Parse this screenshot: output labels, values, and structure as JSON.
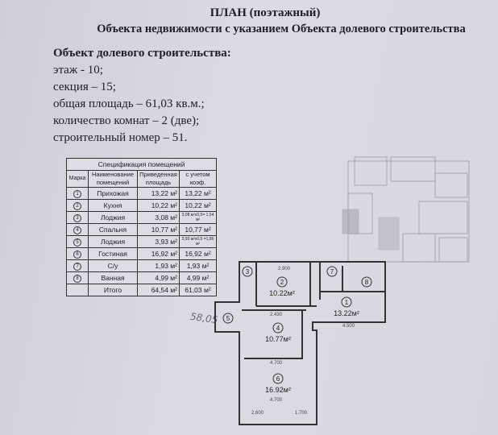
{
  "header": {
    "title": "ПЛАН (поэтажный)",
    "subtitle": "Объекта недвижимости с указанием Объекта долевого строительства"
  },
  "object": {
    "heading": "Объект долевого строительства:",
    "lines": [
      "этаж - 10;",
      "секция – 15;",
      "общая площадь – 61,03 кв.м.;",
      "количество комнат – 2 (две);",
      "строительный номер – 51."
    ]
  },
  "table": {
    "title": "Спецификация помещений",
    "headers": [
      "Марка",
      "Наименование помещений",
      "Приведенная площадь",
      "с учетом коэф."
    ],
    "rows": [
      {
        "mark": "1",
        "name": "Прихожая",
        "area": "13,22 м²",
        "coef": "13,22 м²"
      },
      {
        "mark": "2",
        "name": "Кухня",
        "area": "10,22 м²",
        "coef": "10,22 м²"
      },
      {
        "mark": "3",
        "name": "Лоджия",
        "area": "3,08 м²",
        "coef": "3,08 м²х0,5= 1,54 м²"
      },
      {
        "mark": "4",
        "name": "Спальня",
        "area": "10,77 м²",
        "coef": "10,77 м²"
      },
      {
        "mark": "5",
        "name": "Лоджия",
        "area": "3,93 м²",
        "coef": "3,93 м²х0,5 =1,96 м²"
      },
      {
        "mark": "6",
        "name": "Гостиная",
        "area": "16,92 м²",
        "coef": "16,92 м²"
      },
      {
        "mark": "7",
        "name": "С/у",
        "area": "1,93 м²",
        "coef": "1,93 м²"
      },
      {
        "mark": "8",
        "name": "Ванная",
        "area": "4,99 м²",
        "coef": "4,99 м²"
      }
    ],
    "total": {
      "label": "Итого",
      "area": "64,54 м²",
      "coef": "61,03 м²"
    }
  },
  "handwritten": "58,05",
  "plan": {
    "rooms": [
      {
        "mark": "1",
        "area": "13.22м²"
      },
      {
        "mark": "2",
        "area": "10.22м²"
      },
      {
        "mark": "3",
        "area": ""
      },
      {
        "mark": "4",
        "area": "10.77м²"
      },
      {
        "mark": "5",
        "area": ""
      },
      {
        "mark": "6",
        "area": "16.92м²"
      },
      {
        "mark": "7",
        "area": ""
      },
      {
        "mark": "8",
        "area": ""
      }
    ],
    "dims": [
      "2.900",
      "4.500",
      "2.430",
      "4.700",
      "4.700",
      "2.600",
      "1.700"
    ]
  }
}
